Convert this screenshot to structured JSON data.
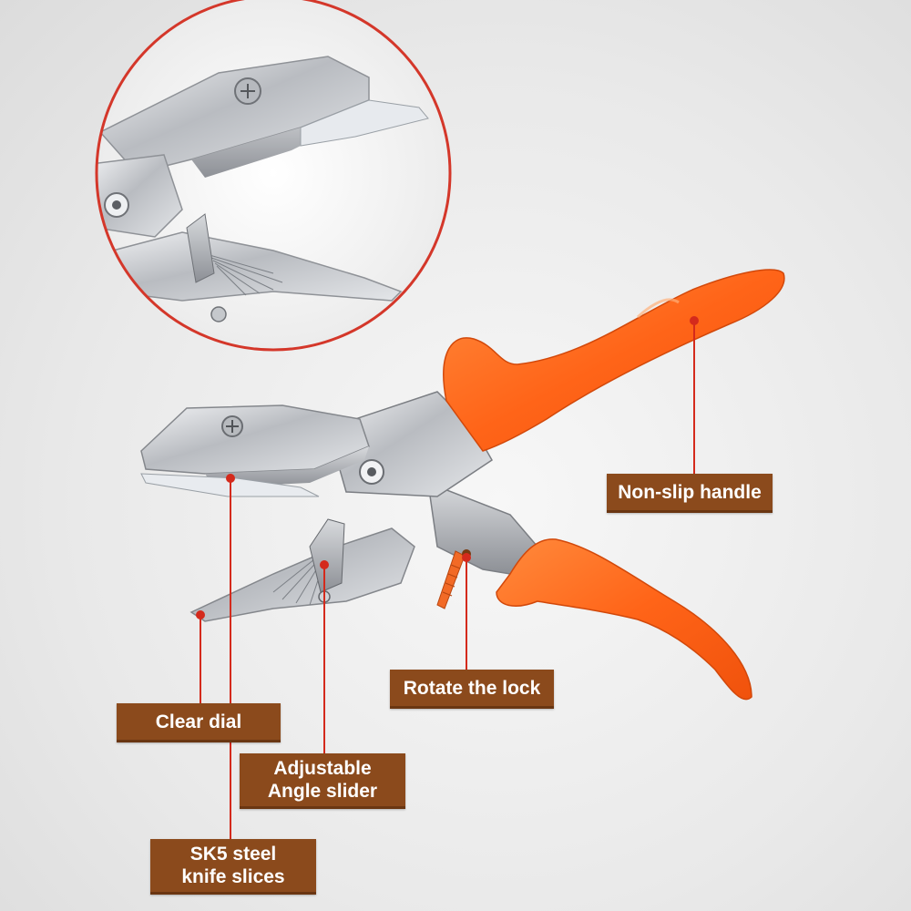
{
  "product": "angle shear / trim cutter",
  "colors": {
    "label_bg": "#8b4a1c",
    "label_text": "#ffffff",
    "leader_line": "#d42a1c",
    "handle": "#ff6a1e",
    "metal": "#c9ccd0"
  },
  "labels": {
    "non_slip_handle": "Non-slip handle",
    "rotate_the_lock": "Rotate the lock",
    "clear_dial": "Clear dial",
    "angle_slider_line1": "Adjustable",
    "angle_slider_line2": "Angle slider",
    "sk5_line1": "SK5 steel",
    "sk5_line2": "knife slices"
  }
}
